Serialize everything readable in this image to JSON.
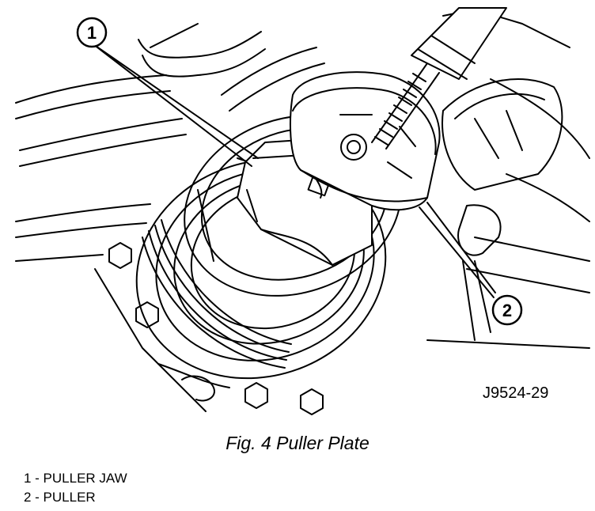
{
  "figure": {
    "id_code": "J9524-29",
    "caption": "Fig. 4 Puller Plate"
  },
  "callouts": [
    {
      "number": "1"
    },
    {
      "number": "2"
    }
  ],
  "legend": [
    {
      "text": "1 - PULLER JAW"
    },
    {
      "text": "2 - PULLER"
    }
  ]
}
